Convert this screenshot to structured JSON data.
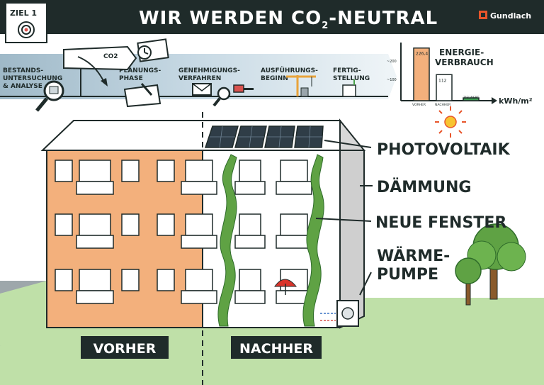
{
  "header": {
    "title_main": "WIR WERDEN CO",
    "title_sub": "2",
    "title_tail": "-NEUTRAL",
    "brand": "Gundlach",
    "goal_badge": "ZIEL 1"
  },
  "timeline": {
    "co2": "CO2",
    "steps": [
      {
        "line1": "BESTANDS-",
        "line2": "UNTERSUCHUNG",
        "line3": "& ANALYSE"
      },
      {
        "line1": "PLANUNGS-",
        "line2": "PHASE",
        "line3": ""
      },
      {
        "line1": "GENEHMIGUNGS-",
        "line2": "VERFAHREN",
        "line3": ""
      },
      {
        "line1": "AUSFÜHRUNGS-",
        "line2": "BEGINN",
        "line3": ""
      },
      {
        "line1": "FERTIG-",
        "line2": "STELLUNG",
        "line3": ""
      }
    ]
  },
  "energy": {
    "title1": "ENERGIE-",
    "title2": "VERBRAUCH",
    "unit": "kWh/m²",
    "ytick1": "~200",
    "ytick2": "~100",
    "bars": [
      {
        "label": "VORHER",
        "value_text": "226,4",
        "value": 226.4,
        "color": "#f3b07c"
      },
      {
        "label": "NACHHER",
        "value_text": "112",
        "value": 112,
        "color": "#ffffff"
      },
      {
        "label": "ZIELWERT",
        "value_text": "",
        "value": 12,
        "color": "#3fa055"
      }
    ],
    "ymax": 250
  },
  "labels": {
    "pv": "PHOTOVOLTAIK",
    "insulation": "DÄMMUNG",
    "windows": "NEUE FENSTER",
    "heatpump1": "WÄRME-",
    "heatpump2": "PUMPE",
    "before": "VORHER",
    "after": "NACHHER"
  },
  "colors": {
    "dark": "#1f2b2a",
    "orange": "#f3b07c",
    "grass": "#bfe0a8",
    "plant": "#5fa244",
    "sky": "#8fb6cf"
  }
}
